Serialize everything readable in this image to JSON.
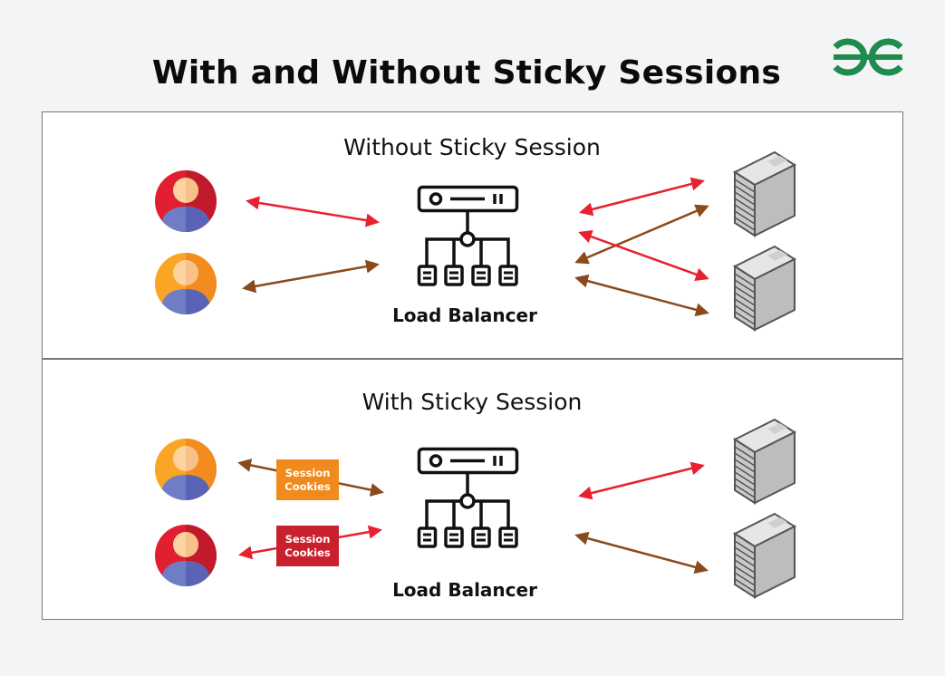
{
  "title": "With and Without Sticky Sessions",
  "logo": {
    "icon": "geeksforgeeks-logo-icon",
    "color": "#1f8c4d"
  },
  "colors": {
    "red_arrow": "#e8202f",
    "brown_arrow": "#8a4a1c",
    "cookie_orange": "#f08a1c",
    "cookie_red": "#c8202c"
  },
  "sections": [
    {
      "title": "Without Sticky Session",
      "load_balancer_label": "Load Balancer",
      "clients": [
        "red-user",
        "orange-user"
      ],
      "servers": [
        "server-1",
        "server-2"
      ]
    },
    {
      "title": "With Sticky Session",
      "load_balancer_label": "Load Balancer",
      "clients": [
        "orange-user",
        "red-user"
      ],
      "servers": [
        "server-1",
        "server-2"
      ],
      "cookies": [
        {
          "line1": "Session",
          "line2": "Cookies",
          "color": "orange"
        },
        {
          "line1": "Session",
          "line2": "Cookies",
          "color": "red"
        }
      ]
    }
  ]
}
